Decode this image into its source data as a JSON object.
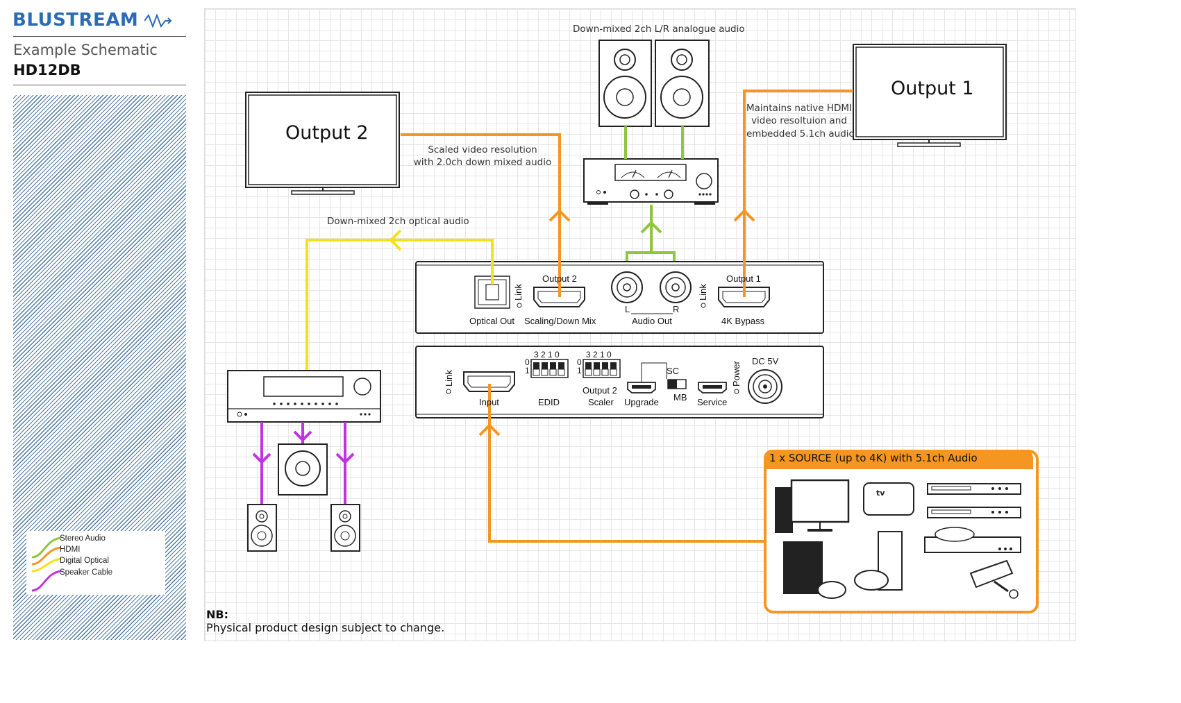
{
  "header": {
    "brand": "BLUSTREAM",
    "subtitle": "Example Schematic",
    "model": "HD12DB"
  },
  "legend": [
    {
      "label": "Stereo Audio",
      "color": "#8dc63f"
    },
    {
      "label": "HDMI",
      "color": "#f49621"
    },
    {
      "label": "Digital Optical",
      "color": "#f2e21a"
    },
    {
      "label": "Speaker Cable",
      "color": "#c033e0"
    }
  ],
  "diagram": {
    "output2_label": "Output 2",
    "output1_label": "Output 1",
    "stereo_caption": "Down-mixed 2ch L/R analogue audio",
    "output2_caption_line1": "Scaled video resolution",
    "output2_caption_line2": "with 2.0ch down mixed audio",
    "output1_caption_line1": "Maintains native HDMI",
    "output1_caption_line2": "video resoltuion and",
    "output1_caption_line3": "embedded 5.1ch audio",
    "optical_caption": "Down-mixed 2ch optical audio",
    "source_title": "1 x SOURCE (up to 4K) with 5.1ch Audio"
  },
  "front_panel": {
    "optical_out": "Optical Out",
    "link": "Link",
    "output2": "Output 2",
    "scaling": "Scaling/Down Mix",
    "left": "L",
    "right": "R",
    "audio_out": "Audio Out",
    "link2": "Link",
    "output1": "Output 1",
    "bypass": "4K Bypass"
  },
  "rear_panel": {
    "link": "Link",
    "input": "Input",
    "edid": "EDID",
    "dip_numbers": "3 2 1 0",
    "dip_zero": "0",
    "dip_one": "1",
    "scaler_numbers": "3 2 1 0",
    "output2_scaler_line1": "Output 2",
    "output2_scaler_line2": "Scaler",
    "upgrade": "Upgrade",
    "sc": "SC",
    "mb": "MB",
    "service": "Service",
    "power": "Power",
    "dc": "DC 5V"
  },
  "colors": {
    "hdmi": "#f49621",
    "stereo": "#8dc63f",
    "optical": "#f2e21a",
    "speaker": "#c033e0",
    "brand": "#2b6cb5"
  },
  "notes": {
    "nb_title": "NB:",
    "nb_text": "Physical product design subject to change."
  }
}
